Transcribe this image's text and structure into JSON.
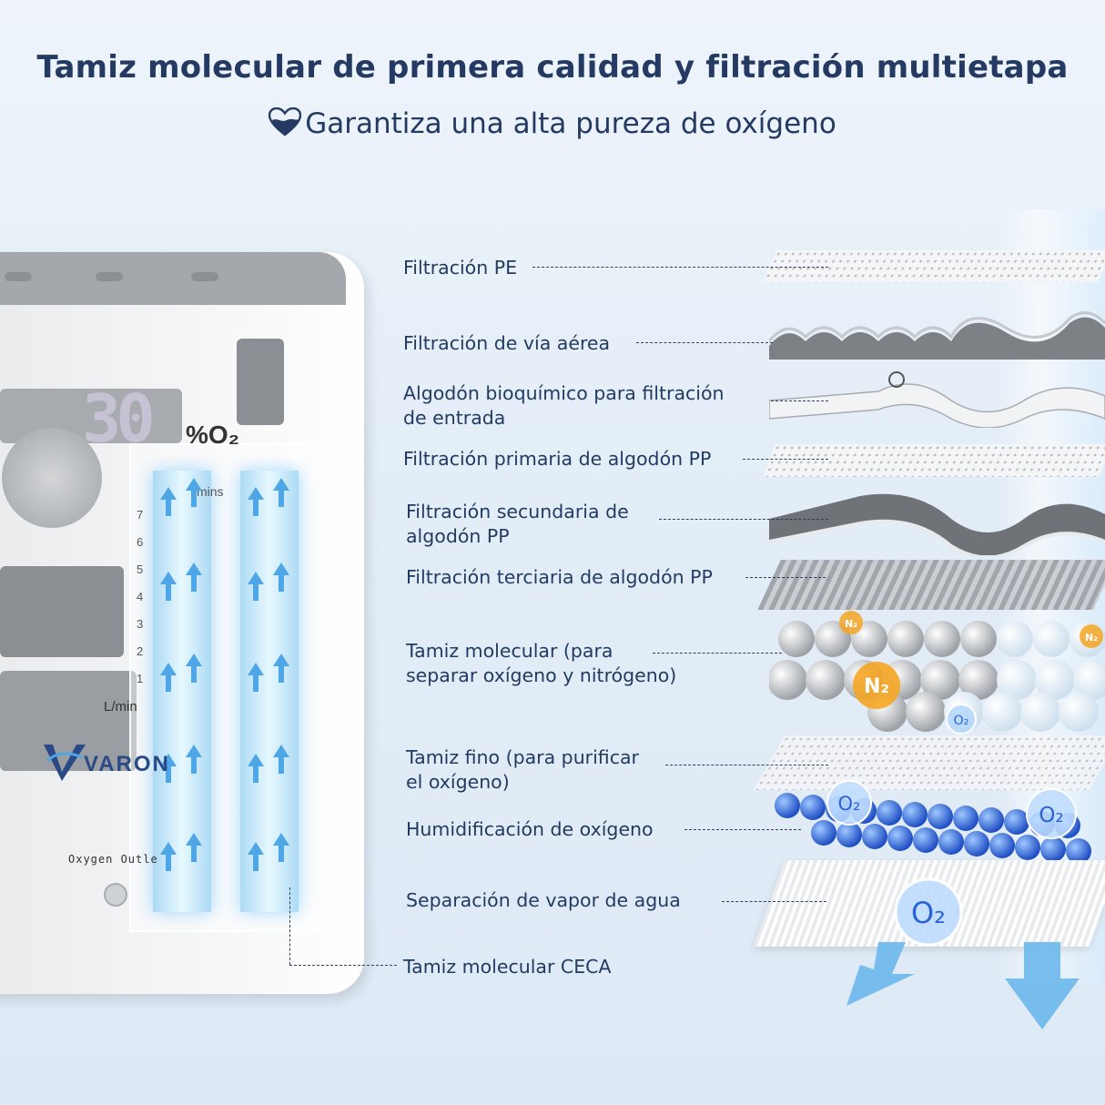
{
  "header": {
    "title": "Tamiz molecular de primera calidad y filtración multietapa",
    "subtitle": "Garantiza una alta pureza de oxígeno"
  },
  "device": {
    "display_digits": "30",
    "o2_label": "%O₂",
    "mins_label": "mins",
    "flow_scale": [
      "7",
      "6",
      "5",
      "4",
      "3",
      "2",
      "1"
    ],
    "flow_unit": "L/min",
    "brand": "VARON",
    "outlet_label": "Oxygen Outle"
  },
  "layers": [
    {
      "label": "Filtración PE"
    },
    {
      "label": "Filtración de vía aérea"
    },
    {
      "label": "Algodón bioquímico para filtración de entrada",
      "lines": [
        "Algodón bioquímico para filtración",
        "de entrada"
      ]
    },
    {
      "label": "Filtración primaria de algodón PP"
    },
    {
      "label": "Filtración secundaria de algodón PP",
      "lines": [
        "Filtración secundaria de",
        "algodón PP"
      ]
    },
    {
      "label": "Filtración terciaria de algodón PP"
    },
    {
      "label": "Tamiz molecular (para separar oxígeno y nitrógeno)",
      "lines": [
        "Tamiz molecular (para",
        "separar oxígeno y nitrógeno)"
      ]
    },
    {
      "label": "Tamiz fino (para purificar el oxígeno)",
      "lines": [
        "Tamiz fino (para purificar",
        "el oxígeno)"
      ]
    },
    {
      "label": "Humidificación de oxígeno"
    },
    {
      "label": "Separación de vapor de agua"
    },
    {
      "label": "Tamiz molecular CECA"
    }
  ],
  "molecules": {
    "nitrogen": "N₂",
    "oxygen": "O₂"
  },
  "colors": {
    "title": "#243a63",
    "sieve_blue": "#4ea6e6",
    "humidifier_blue": "#2a63d6",
    "nitrogen_orange": "#f5a623"
  },
  "icons": [
    "heart-icon",
    "varon-logo-icon",
    "up-arrow-icon",
    "down-arrow-icon"
  ]
}
